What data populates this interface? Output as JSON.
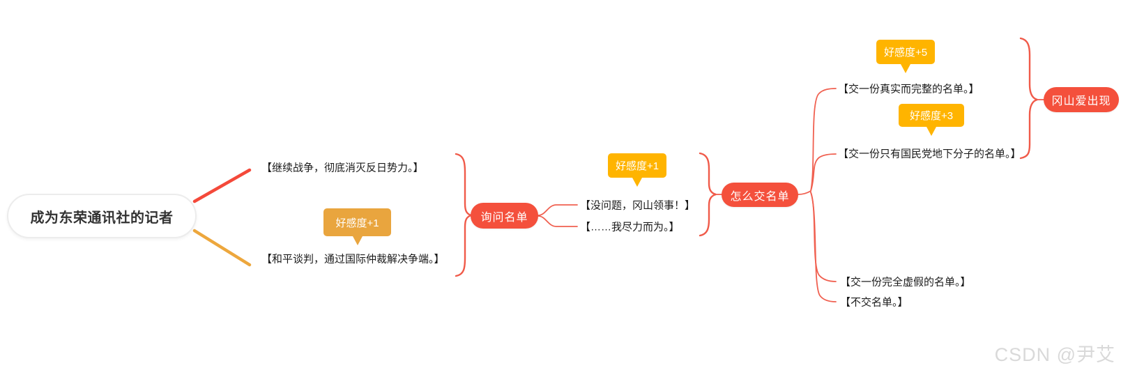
{
  "root": {
    "label": "成为东荣通讯社的记者"
  },
  "pills": {
    "ask_list": "询问名单",
    "how_submit": "怎么交名单",
    "okayama_appears": "冈山爱出现"
  },
  "badges": [
    {
      "label": "好感度+1",
      "color": "#e9a53e"
    },
    {
      "label": "好感度+1",
      "color": "#ffb400"
    },
    {
      "label": "好感度+5",
      "color": "#ffb400"
    },
    {
      "label": "好感度+3",
      "color": "#ffb400"
    }
  ],
  "options": [
    "【继续战争，彻底消灭反日势力。】",
    "【和平谈判，通过国际仲裁解决争端。】",
    "【没问题，冈山领事！】",
    "【……我尽力而为。】",
    "【交一份真实而完整的名单。】",
    "【交一份只有国民党地下分子的名单。】",
    "【交一份完全虚假的名单。】",
    "【不交名单。】"
  ],
  "watermark": "CSDN @尹艾",
  "colors": {
    "node_red": "#f4503c",
    "connector_red": "#f05a49",
    "root_branch_red": "#f4493a",
    "root_branch_yellow": "#eda73d",
    "badge_orange": "#e9a53e",
    "badge_yellow": "#ffb400",
    "text_dark": "#1a1a1a",
    "watermark_gray": "#d9d9d9"
  }
}
